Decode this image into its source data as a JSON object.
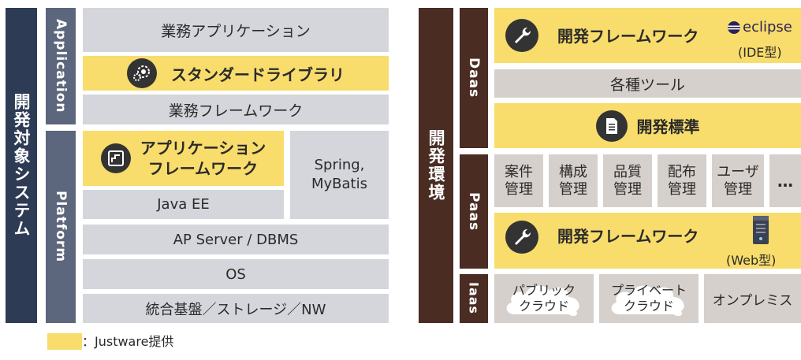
{
  "left": {
    "outer_label": "開発対象システム",
    "app_label": "Application",
    "platform_label": "Platform",
    "rows": {
      "business_app": "業務アプリケーション",
      "standard_library": "スタンダードライブラリ",
      "business_framework": "業務フレームワーク",
      "app_framework_line1": "アプリケーション",
      "app_framework_line2": "フレームワーク",
      "spring_line1": "Spring,",
      "spring_line2": "MyBatis",
      "java_ee": "Java EE",
      "ap_server": "AP Server / DBMS",
      "os": "OS",
      "infra": "統合基盤／ストレージ／NW"
    }
  },
  "right": {
    "outer_label": "開発環境",
    "daas_label": "Daas",
    "paas_label": "Paas",
    "iaas_label": "Iaas",
    "dev_framework_ide": "開発フレームワーク",
    "eclipse_logo": "eclipse",
    "ide_type": "(IDE型)",
    "tools": "各種ツール",
    "dev_standard": "開発標準",
    "management": [
      {
        "line1": "案件",
        "line2": "管理"
      },
      {
        "line1": "構成",
        "line2": "管理"
      },
      {
        "line1": "品質",
        "line2": "管理"
      },
      {
        "line1": "配布",
        "line2": "管理"
      },
      {
        "line1": "ユーザ",
        "line2": "管理"
      }
    ],
    "ellipsis": "…",
    "dev_framework_web": "開発フレームワーク",
    "web_type": "(Web型)",
    "public_cloud_line1": "パブリック",
    "public_cloud_line2": "クラウド",
    "private_cloud_line1": "プライベート",
    "private_cloud_line2": "クラウド",
    "on_premise": "オンプレミス"
  },
  "legend": {
    "text": "：Justware提供",
    "color": "#f8dc6c"
  },
  "colors": {
    "navy": "#2e3b55",
    "slate": "#5c667c",
    "brown": "#4a2c22",
    "yellow": "#f8dc6c",
    "gray": "#d4d6dc",
    "tan": "#d6d0cc"
  }
}
